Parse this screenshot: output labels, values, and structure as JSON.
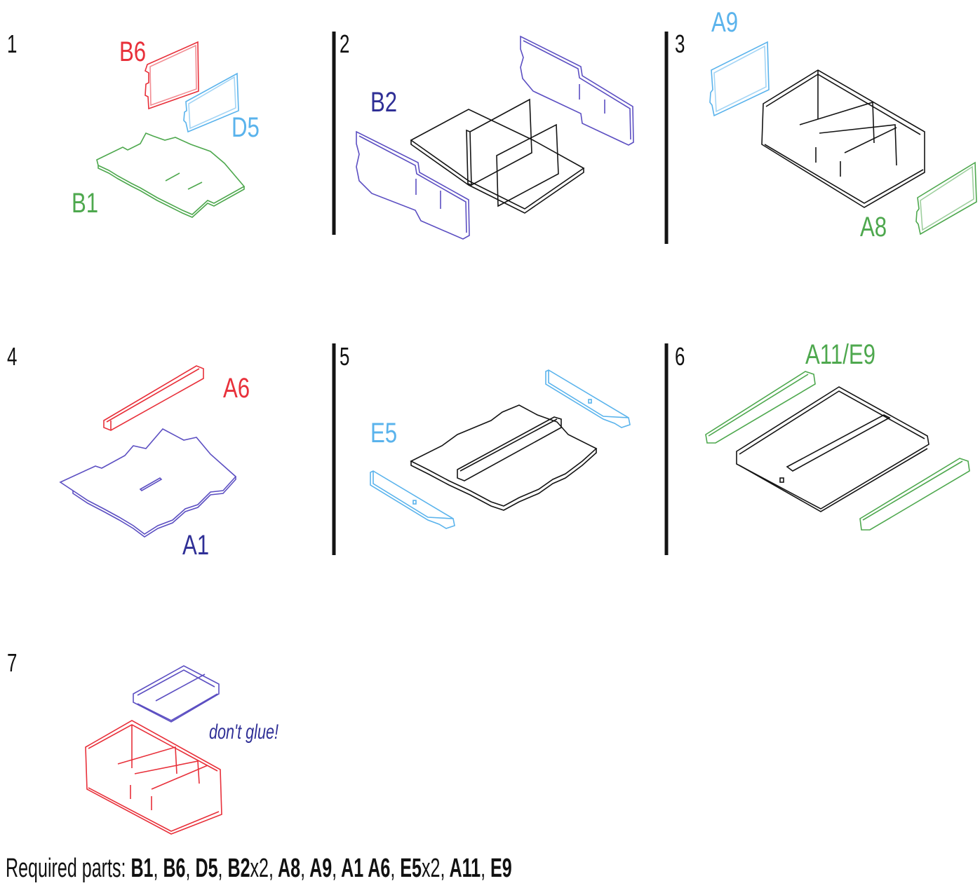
{
  "colors": {
    "red": "#e8303a",
    "blue": "#5ab3ec",
    "green": "#4ea84e",
    "purple": "#5c4fc2",
    "navy": "#2f2f96",
    "black": "#141414"
  },
  "steps": [
    {
      "number": "1",
      "labels": [
        "B6",
        "D5",
        "B1"
      ]
    },
    {
      "number": "2",
      "labels": [
        "B2"
      ]
    },
    {
      "number": "3",
      "labels": [
        "A9",
        "A8"
      ]
    },
    {
      "number": "4",
      "labels": [
        "A6",
        "A1"
      ]
    },
    {
      "number": "5",
      "labels": [
        "E5"
      ]
    },
    {
      "number": "6",
      "labels": [
        "A11/E9"
      ]
    },
    {
      "number": "7",
      "note": "don't glue!"
    }
  ],
  "footer": {
    "prefix": "Required parts:",
    "parts": [
      {
        "name": "B1",
        "sep": ","
      },
      {
        "name": "B6",
        "sep": ","
      },
      {
        "name": "D5",
        "sep": ","
      },
      {
        "name": "B2",
        "qty": "x2",
        "sep": ","
      },
      {
        "name": "A8",
        "sep": ","
      },
      {
        "name": "A9",
        "sep": ","
      },
      {
        "name": "A1",
        "sep": ""
      },
      {
        "name": "A6",
        "sep": ","
      },
      {
        "name": "E5",
        "qty": "x2",
        "sep": ","
      },
      {
        "name": "A11",
        "sep": ","
      },
      {
        "name": "E9",
        "sep": ""
      }
    ]
  }
}
